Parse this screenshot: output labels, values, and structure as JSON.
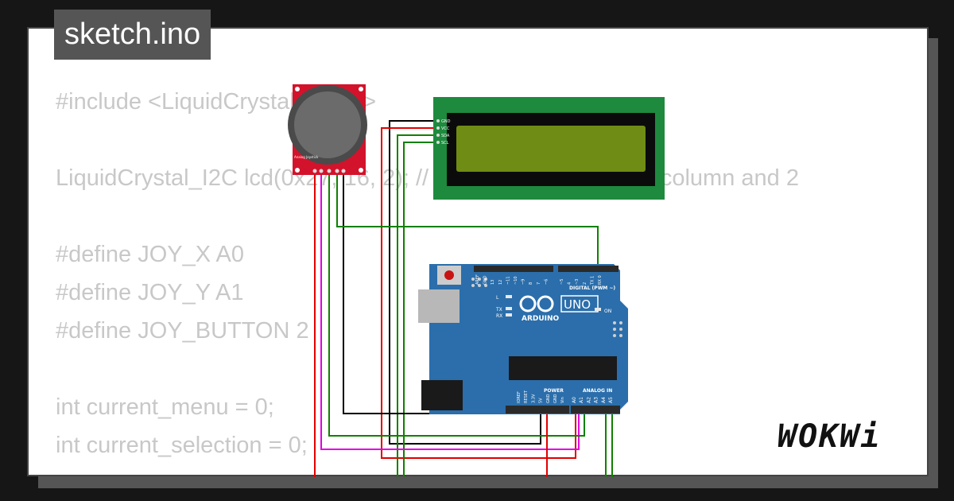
{
  "title": "sketch.ino",
  "brand": "WOKWi",
  "code_lines": [
    "#include <LiquidCrystal_I2C.h>",
    "",
    "LiquidCrystal_I2C lcd(0x27, 16, 2); // I2C address 0x27, 16 column and 2",
    "",
    "#define JOY_X A0",
    "#define JOY_Y A1",
    "#define JOY_BUTTON 2",
    "",
    "int current_menu = 0;",
    "int current_selection = 0;"
  ],
  "lcd": {
    "pins": [
      "GND",
      "VCC",
      "SDA",
      "SCL"
    ]
  },
  "joystick": {
    "label": "Analog Joystick"
  },
  "arduino": {
    "brand": "ARDUINO",
    "model": "UNO",
    "digital_label": "DIGITAL (PWM ~)",
    "power_label": "POWER",
    "analog_label": "ANALOG IN",
    "led_labels": [
      "L",
      "TX",
      "RX"
    ],
    "on_label": "ON",
    "power_pins": [
      "IOREF",
      "RESET",
      "3.3V",
      "5V",
      "GND",
      "GND",
      "Vin"
    ],
    "analog_pins": [
      "A0",
      "A1",
      "A2",
      "A3",
      "A4",
      "A5"
    ],
    "digital_pins": [
      "AREF",
      "GND",
      "13",
      "12",
      "~11",
      "~10",
      "~9",
      "8",
      "7",
      "~6",
      "~5",
      "4",
      "~3",
      "2",
      "TX 1",
      "RX 0"
    ]
  },
  "colors": {
    "background": "#161616",
    "card": "#ffffff",
    "code_text": "#c8c8c8",
    "tag_bg": "#555555",
    "lcd_pcb": "#1e8a3e",
    "lcd_screen": "#6f8c14",
    "joystick_pcb": "#d3132b",
    "arduino_board": "#2b6eab",
    "wire_black": "#000000",
    "wire_red": "#e10000",
    "wire_green": "#118000",
    "wire_magenta": "#e100e1"
  }
}
